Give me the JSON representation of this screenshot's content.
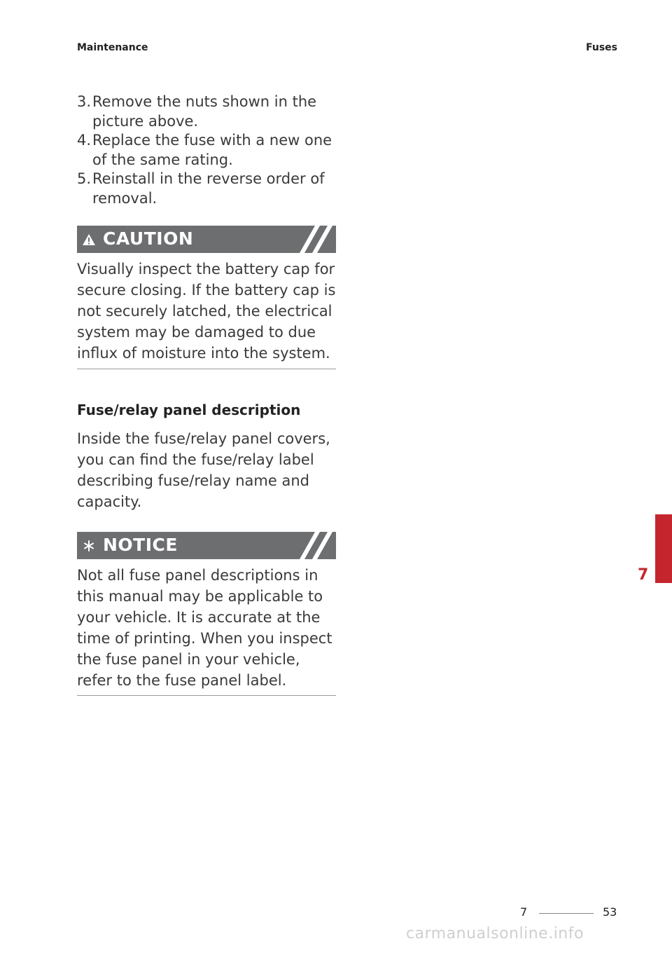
{
  "header": {
    "section": "Maintenance",
    "topic": "Fuses"
  },
  "steps": [
    {
      "num": "3.",
      "text": "Remove the nuts shown in the picture above."
    },
    {
      "num": "4.",
      "text": "Replace the fuse with a new one of the same rating."
    },
    {
      "num": "5.",
      "text": "Reinstall in the reverse order of removal."
    }
  ],
  "caution": {
    "icon": "warning-triangle-icon",
    "label": "CAUTION",
    "body": "Visually inspect the battery cap for secure closing. If the battery cap is not securely latched, the electrical system may be damaged to due influx of moisture into the system."
  },
  "section": {
    "heading": "Fuse/relay panel description",
    "body": "Inside the fuse/relay panel covers, you can find the fuse/relay label describing fuse/relay name and capacity."
  },
  "notice": {
    "icon": "asterisk-icon",
    "label": "NOTICE",
    "body": "Not all fuse panel descriptions in this manual may be applicable to your vehicle. It is accurate at the time of printing. When you inspect the fuse panel in your vehicle, refer to the fuse panel label."
  },
  "chapter_tab": "7",
  "footer": {
    "chapter": "7",
    "page": "53"
  },
  "watermark": "carmanualsonline.info",
  "colors": {
    "banner": "#6d6e70",
    "accent": "#c5262e",
    "text": "#3a3a3a"
  }
}
